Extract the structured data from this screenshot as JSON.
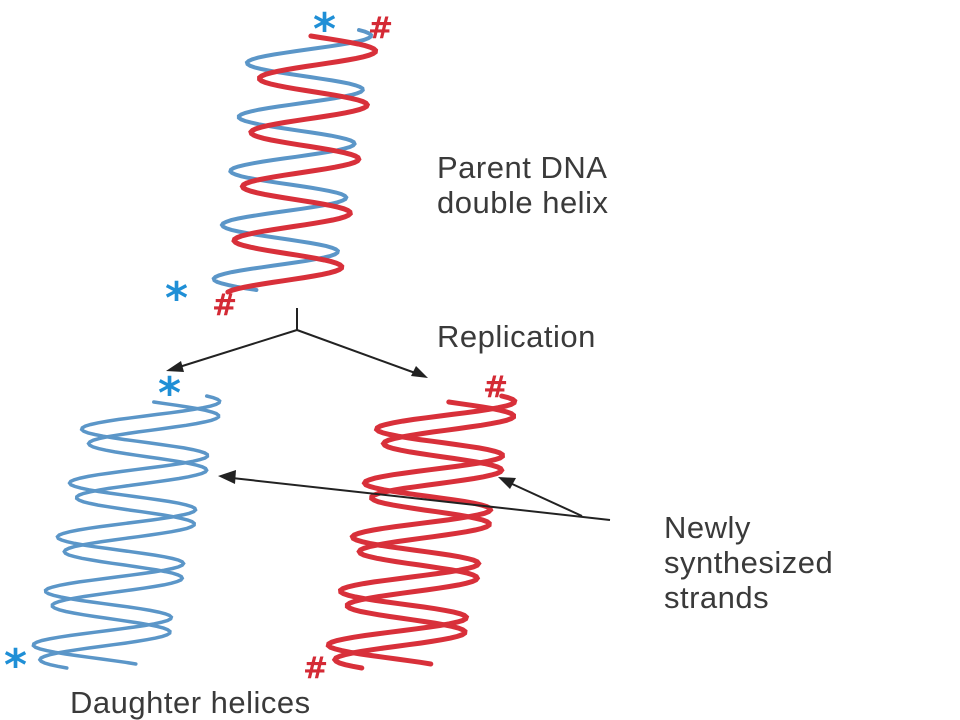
{
  "labels": {
    "parent": "Parent DNA\ndouble helix",
    "replication": "Replication",
    "newly": "Newly\nsynthesized\nstrands",
    "daughter": "Daughter helices"
  },
  "markers": {
    "star": "*",
    "hash": "#"
  },
  "colors": {
    "blue_strand": "#5b96c8",
    "red_strand": "#d8303a",
    "star": "#1f8fd6",
    "hash": "#d42a35",
    "arrow": "#222222",
    "text": "#3a3a3a"
  }
}
